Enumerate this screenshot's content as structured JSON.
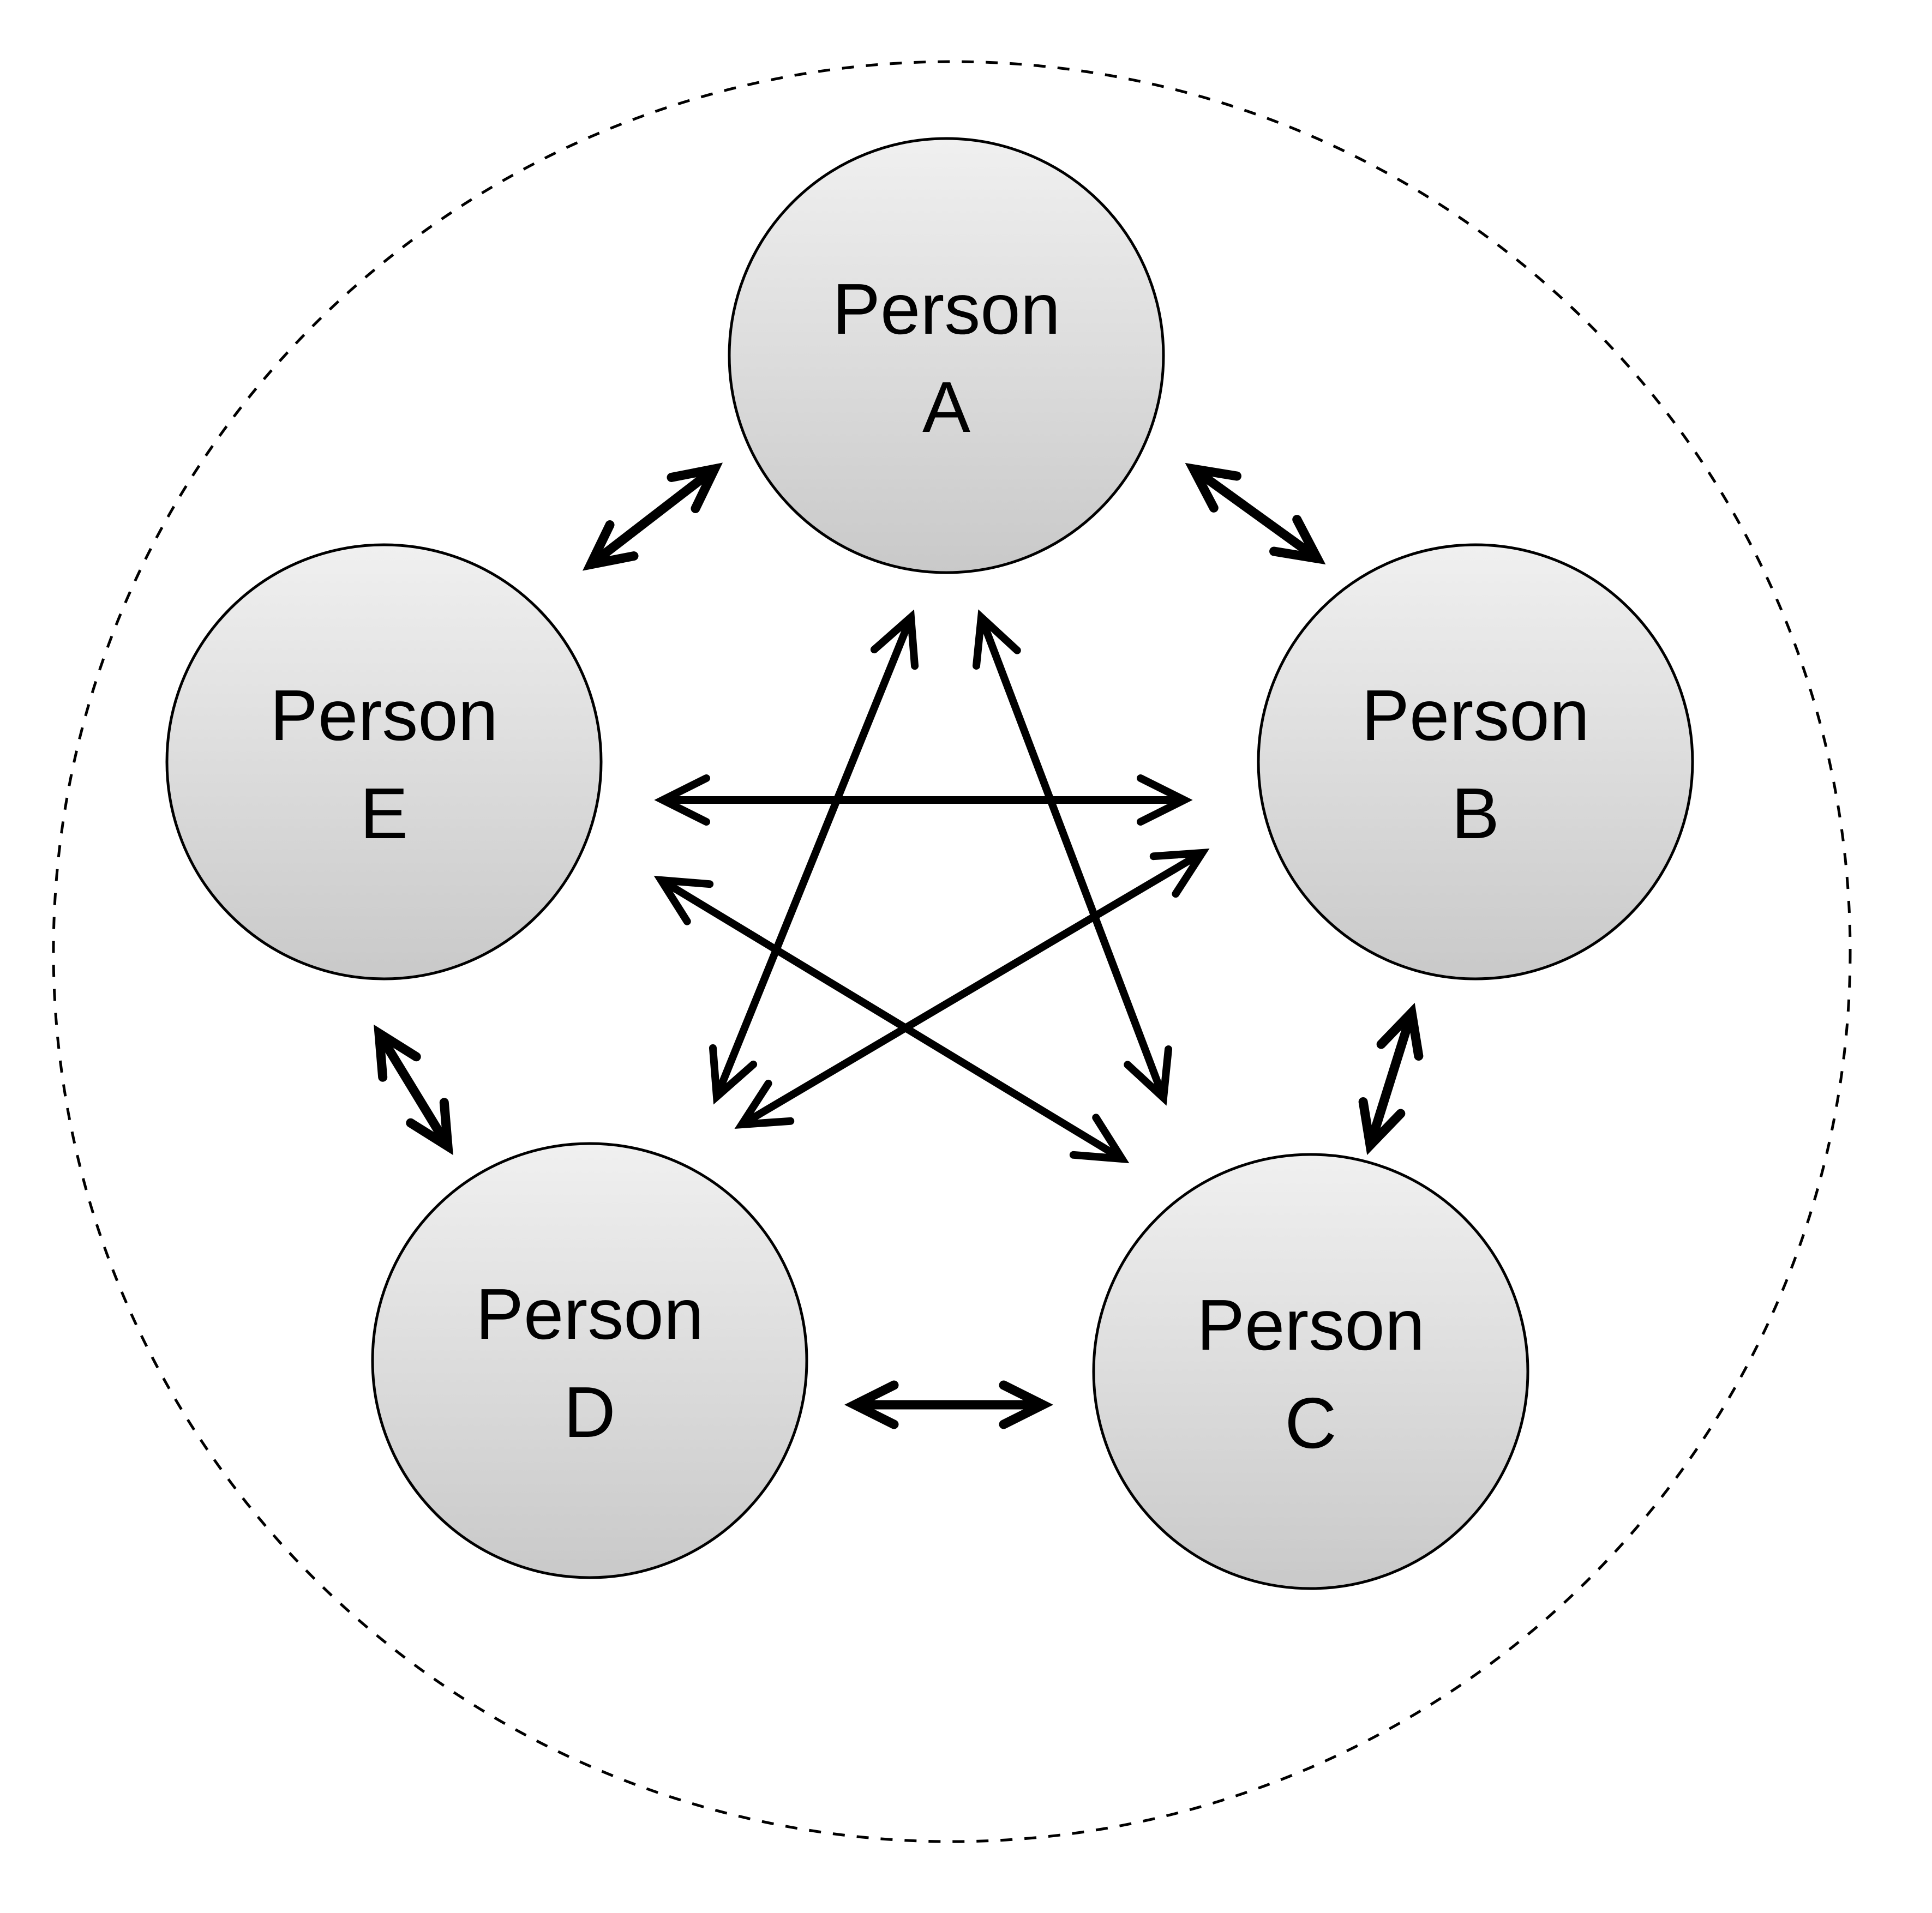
{
  "diagram": {
    "title": "",
    "boundary": {
      "style": "dashed",
      "encloses": [
        "A",
        "B",
        "C",
        "D",
        "E"
      ]
    },
    "nodes": [
      {
        "id": "A",
        "line1": "Person",
        "line2": "A"
      },
      {
        "id": "B",
        "line1": "Person",
        "line2": "B"
      },
      {
        "id": "C",
        "line1": "Person",
        "line2": "C"
      },
      {
        "id": "D",
        "line1": "Person",
        "line2": "D"
      },
      {
        "id": "E",
        "line1": "Person",
        "line2": "E"
      }
    ],
    "edges": [
      {
        "from": "A",
        "to": "B",
        "direction": "bidirectional"
      },
      {
        "from": "B",
        "to": "C",
        "direction": "bidirectional"
      },
      {
        "from": "C",
        "to": "D",
        "direction": "bidirectional"
      },
      {
        "from": "D",
        "to": "E",
        "direction": "bidirectional"
      },
      {
        "from": "E",
        "to": "A",
        "direction": "bidirectional"
      },
      {
        "from": "A",
        "to": "D",
        "direction": "bidirectional"
      },
      {
        "from": "A",
        "to": "C",
        "direction": "bidirectional"
      },
      {
        "from": "E",
        "to": "B",
        "direction": "bidirectional"
      },
      {
        "from": "E",
        "to": "C",
        "direction": "bidirectional"
      },
      {
        "from": "D",
        "to": "B",
        "direction": "bidirectional"
      }
    ],
    "colors": {
      "node_fill_top": "#f0f0f0",
      "node_fill_bottom": "#c9c9c9",
      "stroke": "#000000",
      "background": "#ffffff"
    }
  }
}
